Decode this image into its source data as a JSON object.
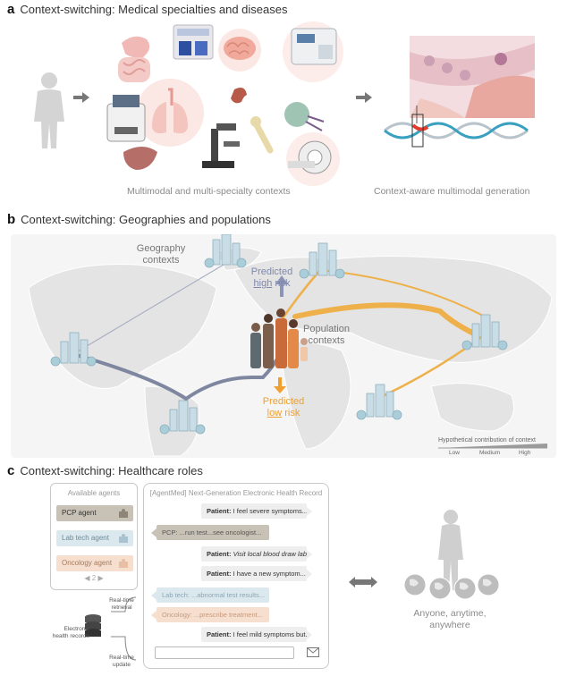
{
  "panel_a": {
    "letter": "a",
    "title": "Context-switching: Medical specialties and diseases",
    "caption_left": "Multimodal and multi-specialty contexts",
    "caption_right": "Context-aware multimodal generation"
  },
  "panel_b": {
    "letter": "b",
    "title": "Context-switching: Geographies and populations",
    "geography_label_1": "Geography",
    "geography_label_2": "contexts",
    "predicted_high_1": "Predicted",
    "predicted_high_word": "high",
    "predicted_high_2": " risk",
    "predicted_low_1": "Predicted",
    "predicted_low_word": "low",
    "predicted_low_2": " risk",
    "population_label_1": "Population",
    "population_label_2": "contexts",
    "legend": {
      "title": "Hypothetical contribution of context",
      "low": "Low",
      "medium": "Medium",
      "high": "High"
    },
    "colors": {
      "blue_line": "#8088a0",
      "orange_line": "#eeb04a",
      "arrow_blue": "#8a94b4",
      "arrow_orange": "#f0a030"
    }
  },
  "panel_c": {
    "letter": "c",
    "title": "Context-switching: Healthcare roles",
    "agents": {
      "title": "Available agents",
      "items": [
        {
          "label": "PCP agent",
          "color": "#c8c1b6"
        },
        {
          "label": "Lab tech agent",
          "color": "#dbe8ee"
        },
        {
          "label": "Oncology agent",
          "color": "#f6dfcf"
        }
      ],
      "page": "2"
    },
    "ehr": {
      "title": "[AgentMed] Next-Generation Electronic Health Record",
      "messages": [
        {
          "speaker": "Patient:",
          "text": " I feel severe symptoms..."
        },
        {
          "speaker": "",
          "text": "PCP: ...run test...see oncologist..."
        },
        {
          "speaker": "Patient:",
          "text": " Visit local blood draw lab."
        },
        {
          "speaker": "Patient:",
          "text": " I have a new symptom..."
        },
        {
          "speaker": "",
          "text": "Lab tech: ...abnormal test results..."
        },
        {
          "speaker": "",
          "text": "Oncology: ...prescribe treatment..."
        },
        {
          "speaker": "Patient:",
          "text": " I feel mild symptoms but..."
        }
      ]
    },
    "side": {
      "realtime_retrieval_1": "Real-time",
      "realtime_retrieval_2": "retrieval",
      "ehr_1": "Electronic",
      "ehr_2": "health records",
      "realtime_update_1": "Real-time",
      "realtime_update_2": "update"
    },
    "anyone_1": "Anyone, anytime,",
    "anyone_2": "anywhere"
  }
}
